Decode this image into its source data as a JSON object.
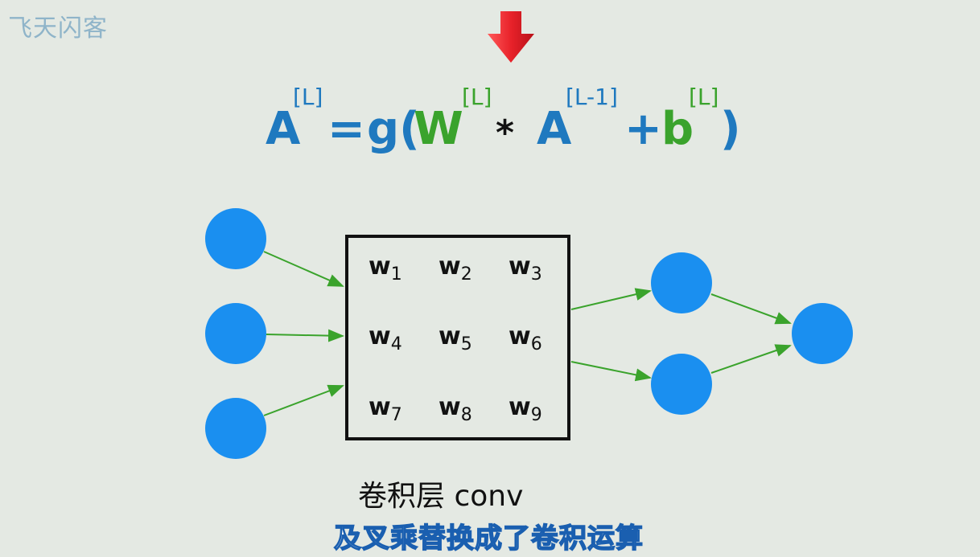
{
  "watermark": "飞天闪客",
  "formula": {
    "A": "A",
    "sup_L": "[L]",
    "eq": "=",
    "g": "g(",
    "W": "W",
    "star": "*",
    "A2": "A",
    "sup_L1": "[L-1]",
    "plus": "+",
    "b": "b",
    "close": ")"
  },
  "weights": [
    [
      "w",
      "1"
    ],
    [
      "w",
      "2"
    ],
    [
      "w",
      "3"
    ],
    [
      "w",
      "4"
    ],
    [
      "w",
      "5"
    ],
    [
      "w",
      "6"
    ],
    [
      "w",
      "7"
    ],
    [
      "w",
      "8"
    ],
    [
      "w",
      "9"
    ]
  ],
  "layer_label": "卷积层 conv",
  "subtitle": "及叉乘替换成了卷积运算",
  "colors": {
    "node": "#1a8ff0",
    "edge": "#3aa32c",
    "arrow": "#e8222a"
  }
}
